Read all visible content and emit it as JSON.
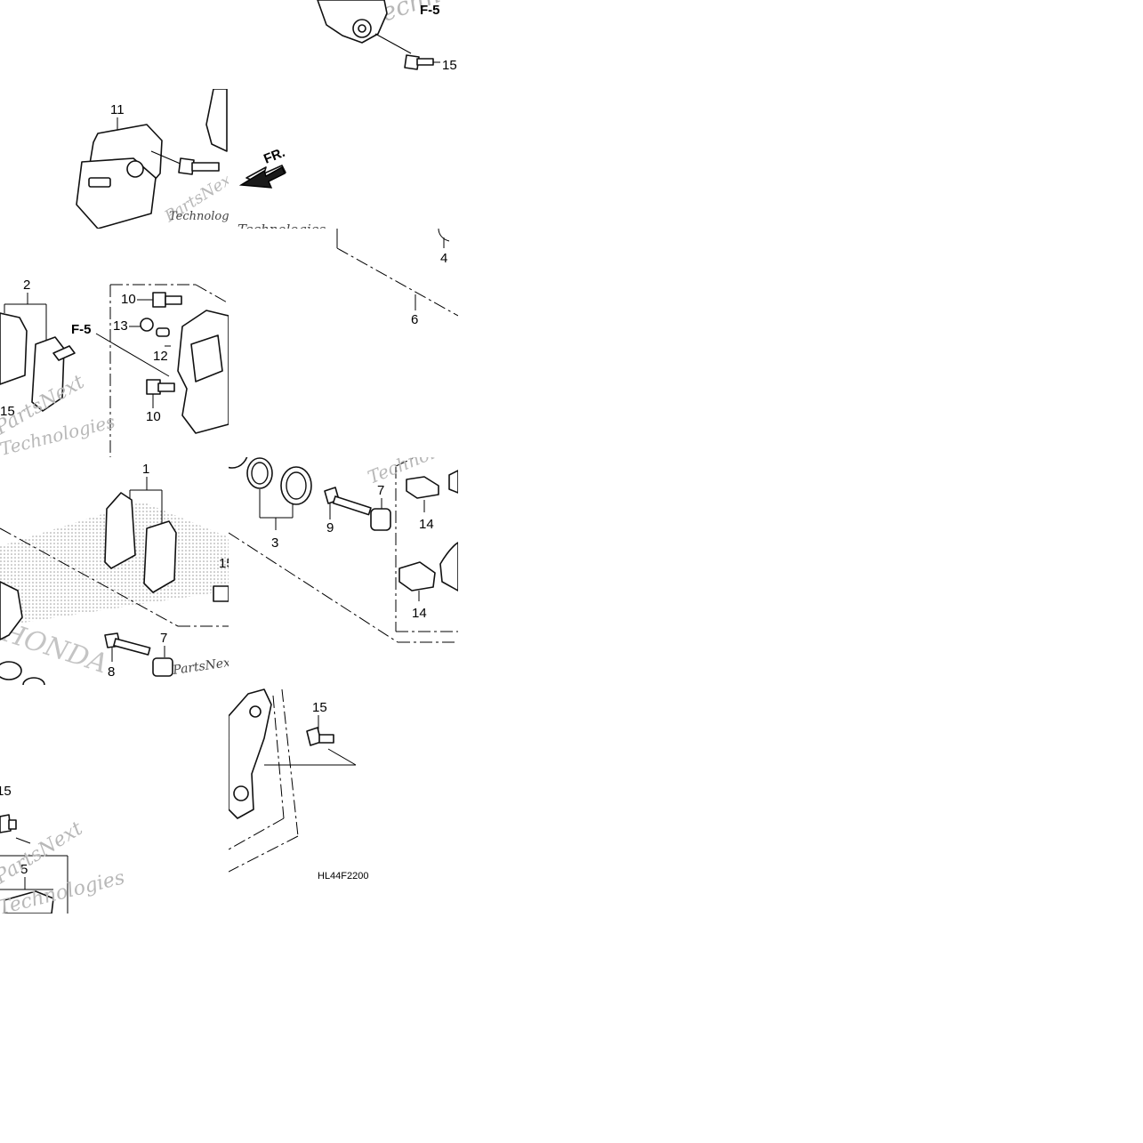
{
  "diagram": {
    "drawing_code": "HL44F2200",
    "direction_label": "FR.",
    "reference_label": "F-5",
    "watermark": {
      "brand": "HONDA",
      "lines": [
        "PartsNext",
        "Technologies"
      ]
    },
    "callouts": {
      "c1": "1",
      "c2": "2",
      "c3": "3",
      "c4": "4",
      "c5": "5",
      "c6": "6",
      "c7": "7",
      "c8": "8",
      "c9": "9",
      "c10": "10",
      "c11": "11",
      "c12": "12",
      "c13": "13",
      "c14": "14",
      "c15": "15"
    }
  }
}
